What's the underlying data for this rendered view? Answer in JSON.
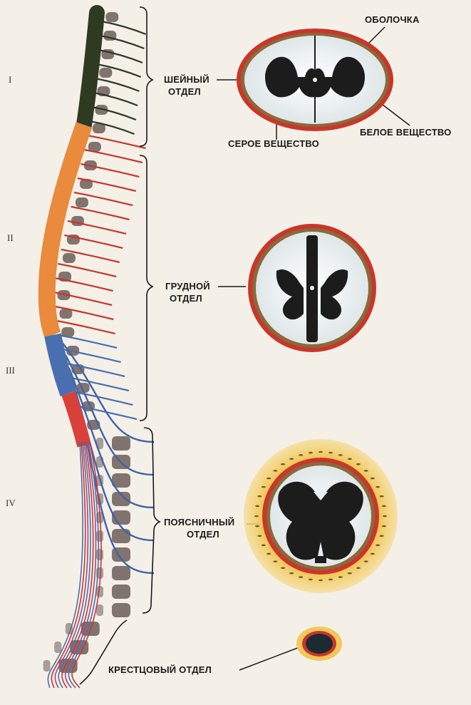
{
  "regions": [
    {
      "numeral": "I",
      "section_line1": "ШЕЙНЫЙ",
      "section_line2": "ОТДЕЛ"
    },
    {
      "numeral": "II",
      "section_line1": "ГРУДНОЙ",
      "section_line2": "ОТДЕЛ"
    },
    {
      "numeral": "III"
    },
    {
      "numeral": "IV",
      "section_line1": "ПОЯСНИЧНЫЙ",
      "section_line2": "ОТДЕЛ"
    },
    {
      "section_line1": "КРЕСТЦОВЫЙ ОТДЕЛ"
    }
  ],
  "cross_section_labels": {
    "membrane": "ОБОЛОЧКА",
    "white_matter": "БЕЛОЕ ВЕЩЕСТВО",
    "gray_matter": "СЕРОЕ ВЕЩЕСТВО"
  },
  "colors": {
    "cervical": "#2f3a22",
    "thoracic": "#e98a3c",
    "lumbar": "#4a6fb0",
    "sacral": "#d9403a",
    "membrane": "#c8362c",
    "gray_matter": "#1c1c1c",
    "white_matter": "#e8eef0",
    "vertebra": "#5b4a46"
  }
}
